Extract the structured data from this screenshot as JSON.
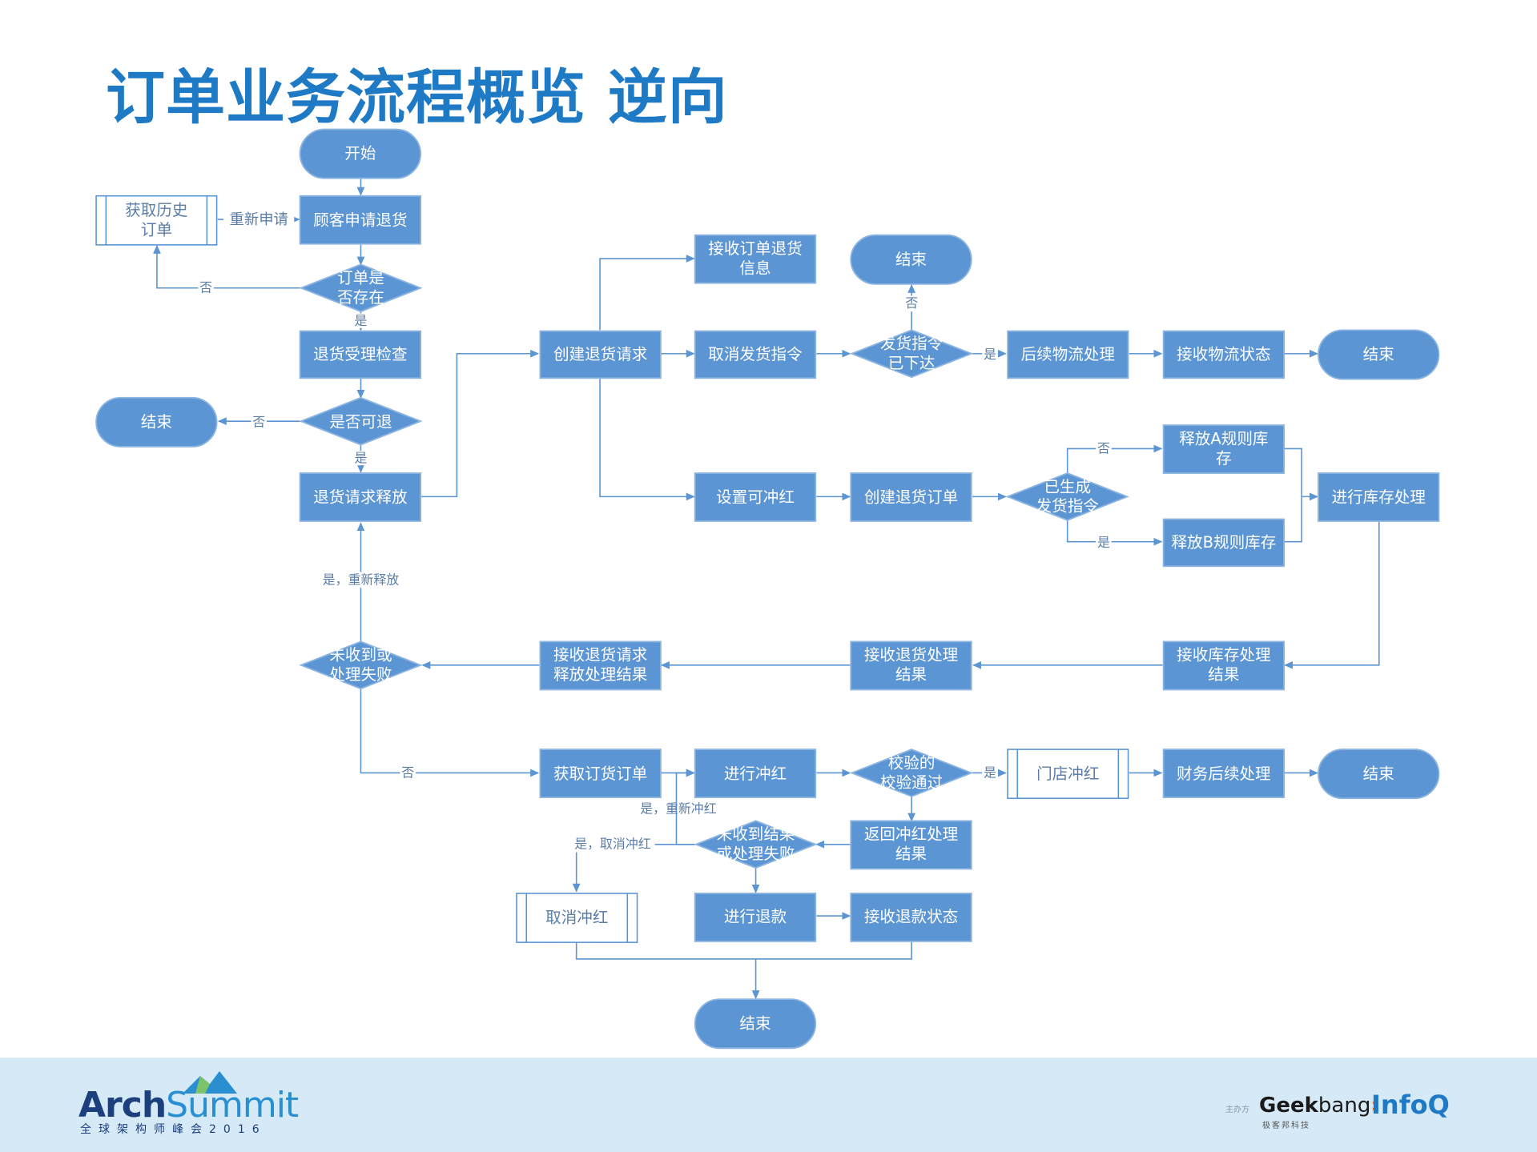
{
  "title": "订单业务流程概览 逆向",
  "colors": {
    "title": "#1f7ac6",
    "node_fill": "#5b95d3",
    "node_stroke": "#8cb4e0",
    "connector": "#5b95d3",
    "footer": "#d5e9f6"
  },
  "nodes": {
    "start": "开始",
    "get_history": "获取历史\n订单",
    "customer_apply": "顾客申请退货",
    "order_exists": "订单是\n否存在",
    "return_check": "退货受理检查",
    "can_return": "是否可退",
    "end_left": "结束",
    "return_release": "退货请求释放",
    "create_return_request": "创建退货请求",
    "receive_return_info": "接收订单退货\n信息",
    "cancel_shipping": "取消发货指令",
    "shipping_issued": "发货指令\n已下达",
    "end_top": "结束",
    "logistics_followup": "后续物流处理",
    "receive_logistics": "接收物流状态",
    "end_logistics": "结束",
    "set_reversible": "设置可冲红",
    "create_return_order": "创建退货订单",
    "shipping_generated": "已生成\n发货指令",
    "release_a": "释放A规则库\n存",
    "release_b": "释放B规则库存",
    "inventory_process": "进行库存处理",
    "receive_inventory_result": "接收库存处理\n结果",
    "receive_return_result": "接收退货处理\n结果",
    "receive_release_result": "接收退货请求\n释放处理结果",
    "not_received": "未收到或\n处理失败",
    "get_order": "获取订货订单",
    "do_reversal": "进行冲红",
    "verify_pass": "校验的\n校验通过",
    "store_reversal": "门店冲红",
    "finance_followup": "财务后续处理",
    "end_finance": "结束",
    "return_reversal_result": "返回冲红处理\n结果",
    "not_received2": "未收到结果\n或处理失败",
    "cancel_reversal": "取消冲红",
    "do_refund": "进行退款",
    "receive_refund": "接收退款状态",
    "end_bottom": "结束"
  },
  "edge_labels": {
    "reapply": "重新申请",
    "no": "否",
    "yes": "是",
    "yes_rerelease": "是，重新释放",
    "yes_rereversal": "是，重新冲红",
    "yes_cancel_reversal": "是，取消冲红"
  },
  "footer": {
    "arch": "Arch",
    "summit": "Summit",
    "sub": "全球架构师峰会2016",
    "host": "主办方",
    "geek": "Geek",
    "bang": "bang",
    "geek_sub": "极客邦科技",
    "infoq": "InfoQ"
  }
}
